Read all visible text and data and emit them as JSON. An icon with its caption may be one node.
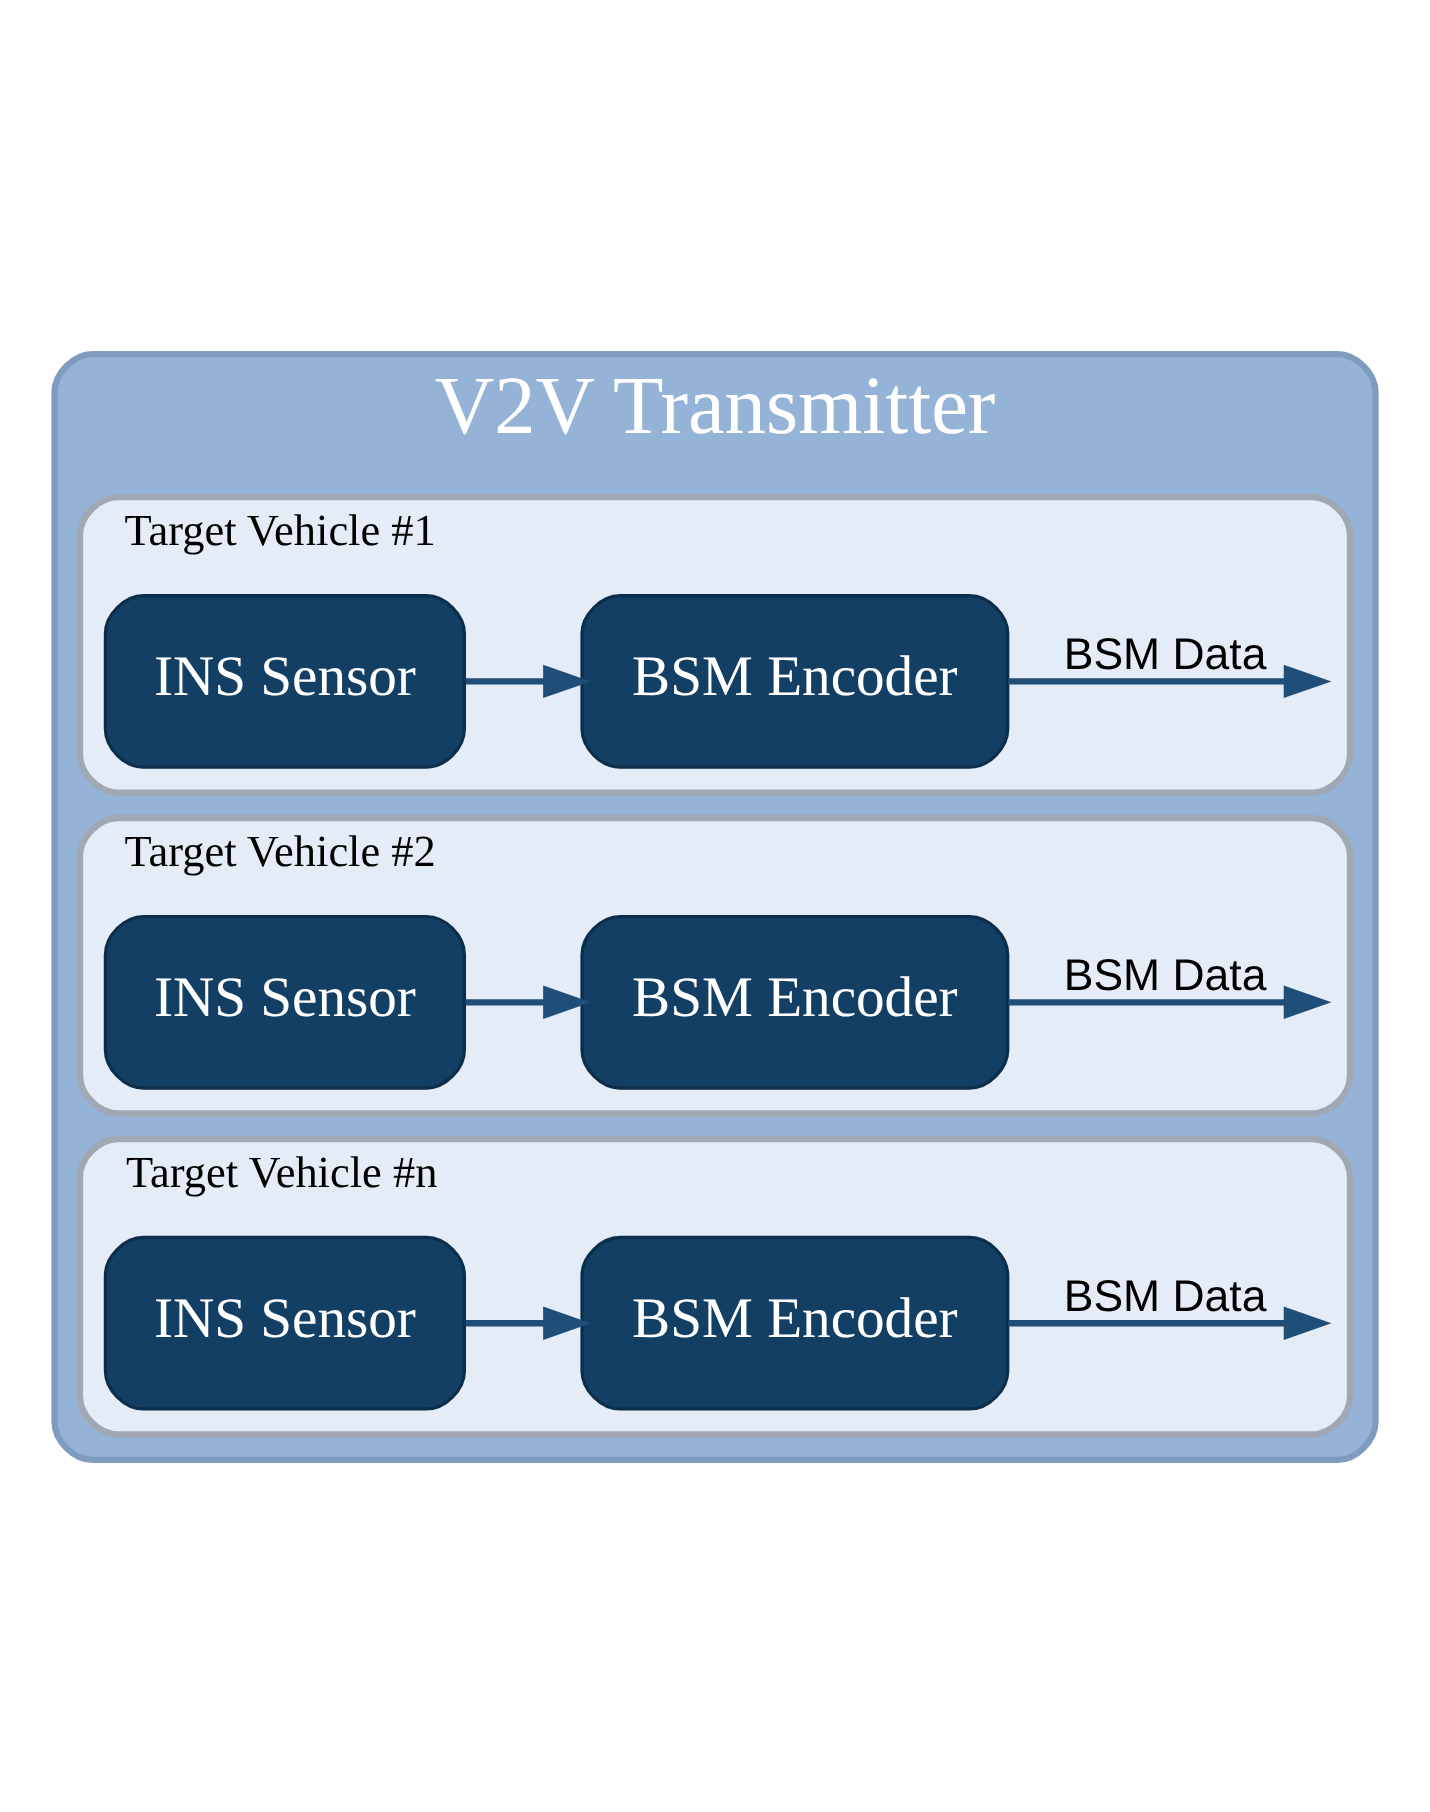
{
  "diagram": {
    "nodes": [
      {
        "text": [
          "V2V Transmitter"
        ]
      },
      {
        "text": [
          "Target Vehicle #1"
        ],
        "in": 0
      },
      {
        "text": [
          "INS Sensor"
        ],
        "in": 1
      },
      {
        "text": [
          "BSM Encoder"
        ],
        "in": 1
      },
      {
        "text": [
          "Target Vehicle #2"
        ],
        "in": 0
      },
      {
        "text": [
          "INS Sensor"
        ],
        "in": 4
      },
      {
        "text": [
          "BSM Encoder"
        ],
        "in": 4
      },
      {
        "text": [
          "Target Vehicle #n"
        ],
        "in": 0
      },
      {
        "text": [
          "INS Sensor"
        ],
        "in": 7
      },
      {
        "text": [
          "BSM Encoder"
        ],
        "in": 7
      }
    ],
    "edges": [
      {
        "from": 2,
        "to": 3,
        "arrow": "to"
      },
      {
        "from": 3,
        "to": null,
        "arrow": "to",
        "label": "BSM Data"
      },
      {
        "from": 5,
        "to": 6,
        "arrow": "to"
      },
      {
        "from": 6,
        "to": null,
        "arrow": "to",
        "label": "BSM Data"
      },
      {
        "from": 8,
        "to": 9,
        "arrow": "to"
      },
      {
        "from": 9,
        "to": null,
        "arrow": "to",
        "label": "BSM Data"
      }
    ]
  }
}
